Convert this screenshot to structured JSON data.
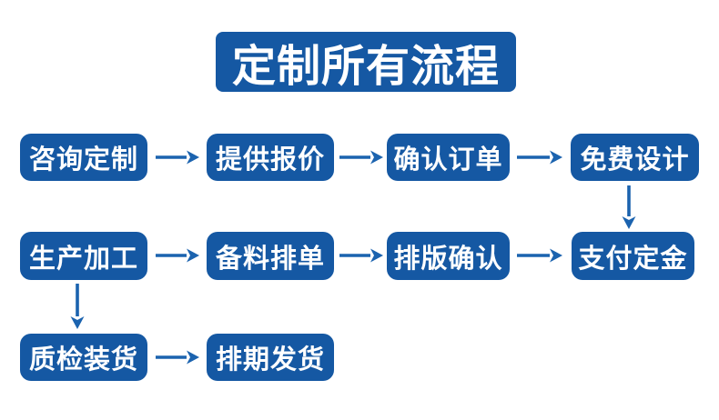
{
  "title": {
    "label": "定制所有流程"
  },
  "colors": {
    "node_fill": "#1558a3",
    "arrow": "#1b63af",
    "text": "#ffffff",
    "background": "#ffffff"
  },
  "flow": {
    "rows": [
      {
        "nodes": [
          {
            "label": "咨询定制"
          },
          {
            "label": "提供报价"
          },
          {
            "label": "确认订单"
          },
          {
            "label": "免费设计"
          }
        ]
      },
      {
        "nodes": [
          {
            "label": "生产加工"
          },
          {
            "label": "备料排单"
          },
          {
            "label": "排版确认"
          },
          {
            "label": "支付定金"
          }
        ]
      },
      {
        "nodes": [
          {
            "label": "质检装货"
          },
          {
            "label": "排期发货"
          }
        ]
      }
    ],
    "connections": [
      {
        "from": "咨询定制",
        "to": "提供报价",
        "direction": "right"
      },
      {
        "from": "提供报价",
        "to": "确认订单",
        "direction": "right"
      },
      {
        "from": "确认订单",
        "to": "免费设计",
        "direction": "right"
      },
      {
        "from": "免费设计",
        "to": "支付定金",
        "direction": "down"
      },
      {
        "from": "生产加工",
        "to": "备料排单",
        "direction": "right"
      },
      {
        "from": "备料排单",
        "to": "排版确认",
        "direction": "right"
      },
      {
        "from": "排版确认",
        "to": "支付定金",
        "direction": "right"
      },
      {
        "from": "生产加工",
        "to": "质检装货",
        "direction": "down"
      },
      {
        "from": "质检装货",
        "to": "排期发货",
        "direction": "right"
      }
    ]
  }
}
